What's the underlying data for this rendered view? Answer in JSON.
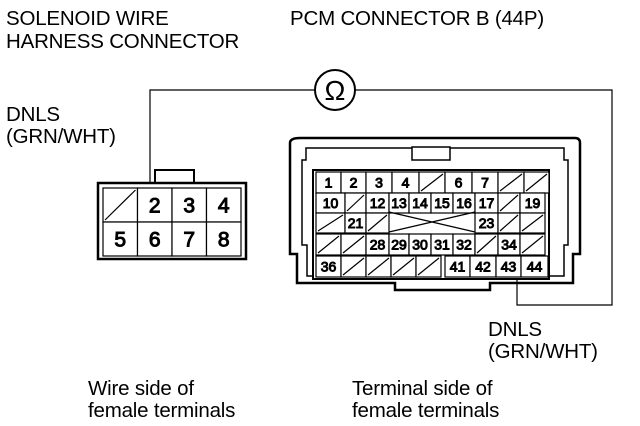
{
  "labels": {
    "solenoid_line1": "SOLENOID WIRE",
    "solenoid_line2": "HARNESS CONNECTOR",
    "pcm_title": "PCM CONNECTOR B (44P)",
    "dnls_left_line1": "DNLS",
    "dnls_left_line2": "(GRN/WHT)",
    "dnls_right_line1": "DNLS",
    "dnls_right_line2": "(GRN/WHT)",
    "wire_side_line1": "Wire side of",
    "wire_side_line2": "female terminals",
    "terminal_side_line1": "Terminal side of",
    "terminal_side_line2": "female terminals",
    "ohm_symbol": "Ω"
  },
  "solenoid_connector": {
    "terminals": [
      "",
      "2",
      "3",
      "4",
      "5",
      "6",
      "7",
      "8"
    ],
    "probe_terminal": "2"
  },
  "pcm_connector": {
    "row1": [
      "1",
      "2",
      "3",
      "4",
      "",
      "6",
      "7",
      "",
      ""
    ],
    "row2": [
      "10",
      "",
      "12",
      "13",
      "14",
      "15",
      "16",
      "17",
      "",
      "19"
    ],
    "row3": [
      "",
      "21",
      "",
      "",
      "",
      "",
      "23",
      "",
      ""
    ],
    "row4": [
      "",
      "",
      "28",
      "29",
      "30",
      "31",
      "32",
      "",
      "34",
      ""
    ],
    "row5": [
      "36",
      "",
      "",
      "",
      "",
      "",
      "41",
      "42",
      "43",
      "44"
    ],
    "probe_terminal": "43"
  },
  "colors": {
    "line": "#000000",
    "background": "#ffffff"
  }
}
